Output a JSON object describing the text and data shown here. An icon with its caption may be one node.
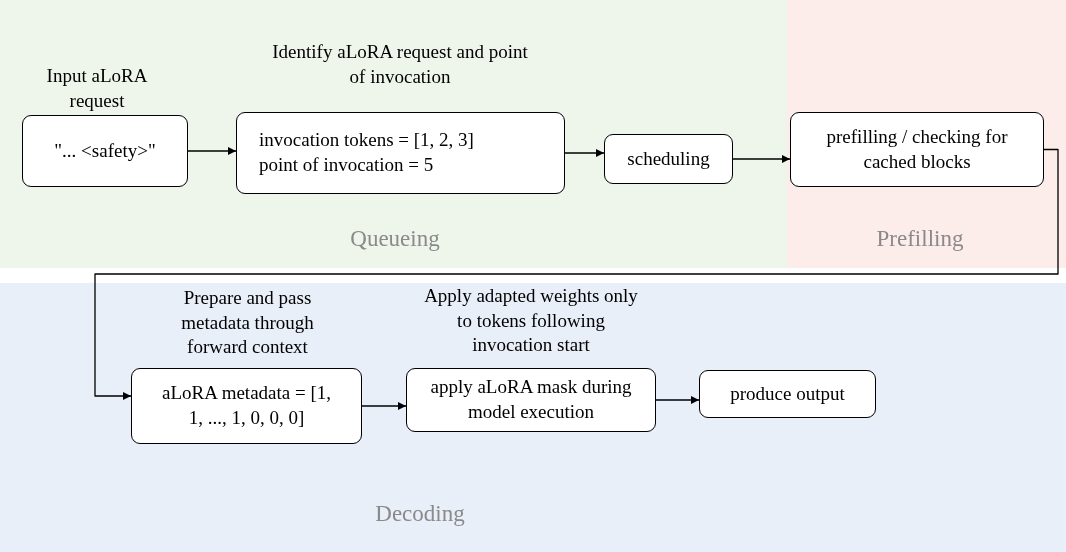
{
  "diagram": {
    "nodes": [
      {
        "text": [
          "Queueing"
        ]
      },
      {
        "text": [
          "\"... <safety>\""
        ],
        "in": 0,
        "beside": [
          "Input aLoRA request"
        ]
      },
      {
        "text": [
          "invocation tokens = [1, 2, 3]",
          "point of invocation = 5"
        ],
        "in": 0,
        "beside": [
          "Identify aLoRA request and point of invocation"
        ]
      },
      {
        "text": [
          "scheduling"
        ],
        "in": 0
      },
      {
        "text": [
          "Prefilling"
        ]
      },
      {
        "text": [
          "prefilling / checking for cached blocks"
        ],
        "in": 4
      },
      {
        "text": [
          "Decoding"
        ]
      },
      {
        "text": [
          "aLoRA metadata = [1, 1, ..., 1, 0, 0, 0]"
        ],
        "in": 6,
        "beside": [
          "Prepare and pass metadata through forward context"
        ]
      },
      {
        "text": [
          "apply aLoRA mask during model execution"
        ],
        "in": 6,
        "beside": [
          "Apply adapted weights only to tokens following invocation start"
        ]
      },
      {
        "text": [
          "produce output"
        ],
        "in": 6
      }
    ],
    "edges": [
      {
        "from": 1,
        "to": 2,
        "arrow": "to"
      },
      {
        "from": 2,
        "to": 3,
        "arrow": "to"
      },
      {
        "from": 3,
        "to": 5,
        "arrow": "to"
      },
      {
        "from": 5,
        "to": 7,
        "arrow": "to"
      },
      {
        "from": 7,
        "to": 8,
        "arrow": "to"
      },
      {
        "from": 8,
        "to": 9,
        "arrow": "to"
      }
    ]
  }
}
